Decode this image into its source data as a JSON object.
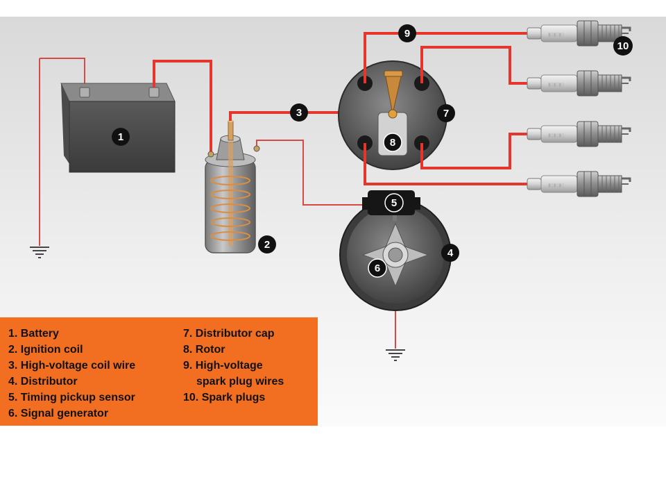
{
  "colors": {
    "wire": "#e5362e",
    "badge": "#111111",
    "legend_bg": "#f26f21",
    "legend_text": "#111111"
  },
  "badges": {
    "battery": "1",
    "ignition_coil": "2",
    "coil_wire": "3",
    "distributor": "4",
    "pickup_sensor": "5",
    "signal_generator": "6",
    "distributor_cap": "7",
    "rotor": "8",
    "plug_wires": "9",
    "spark_plugs": "10"
  },
  "legend": {
    "col1": [
      "1. Battery",
      "2. Ignition coil",
      "3. High-voltage coil wire",
      "4. Distributor",
      "5. Timing pickup sensor",
      "6. Signal generator"
    ],
    "col2": {
      "item7": "7. Distributor cap",
      "item8": "8. Rotor",
      "item9_line1": "9. High-voltage",
      "item9_line2": "spark plug wires",
      "item10": "10. Spark plugs"
    }
  },
  "icons": {
    "ground": "ground-symbol-icon",
    "spark_plug": "spark-plug-icon"
  }
}
